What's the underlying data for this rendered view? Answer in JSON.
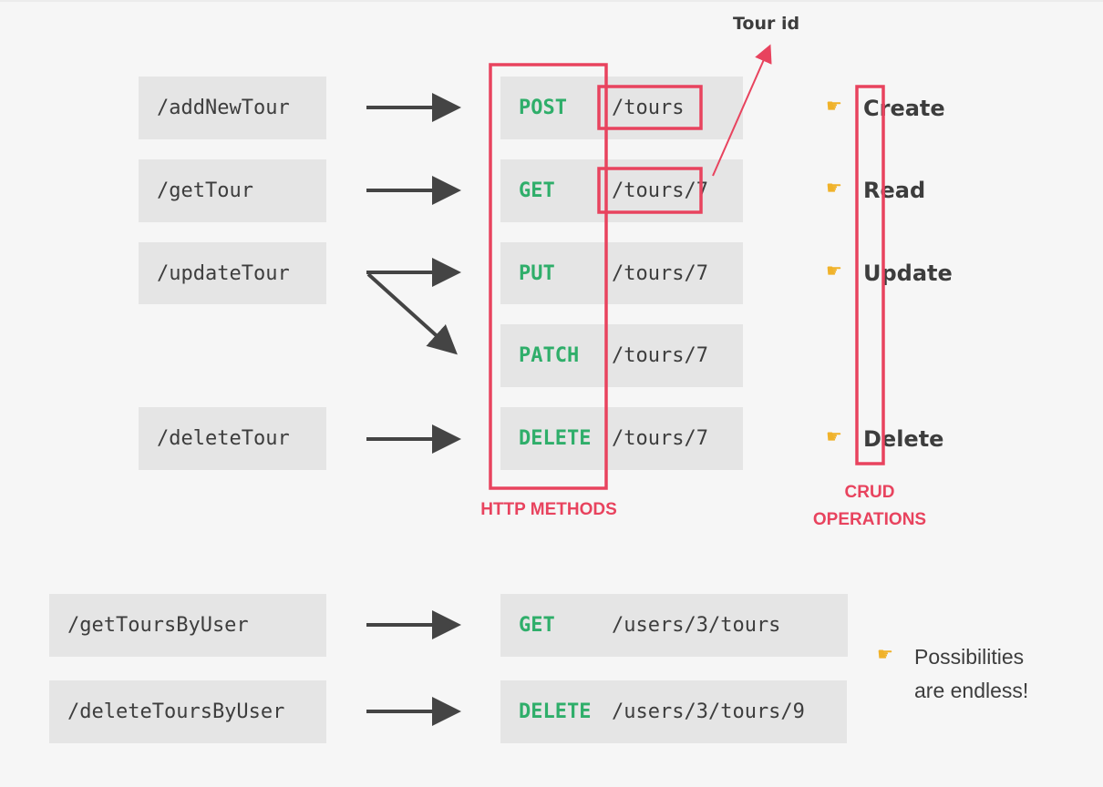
{
  "rows": [
    {
      "endpoint": "/addNewTour",
      "method": "POST",
      "path": "/tours",
      "crud": "Create"
    },
    {
      "endpoint": "/getTour",
      "method": "GET",
      "path": "/tours/7",
      "crud": "Read"
    },
    {
      "endpoint": "/updateTour",
      "method": "PUT",
      "path": "/tours/7",
      "crud": "Update"
    },
    {
      "endpoint": "",
      "method": "PATCH",
      "path": "/tours/7",
      "crud": ""
    },
    {
      "endpoint": "/deleteTour",
      "method": "DELETE",
      "path": "/tours/7",
      "crud": "Delete"
    }
  ],
  "extra_rows": [
    {
      "endpoint": "/getToursByUser",
      "method": "GET",
      "path": "/users/3/tours"
    },
    {
      "endpoint": "/deleteToursByUser",
      "method": "DELETE",
      "path": "/users/3/tours/9"
    }
  ],
  "labels": {
    "http_methods": "HTTP METHODS",
    "crud_line1": "CRUD",
    "crud_line2": "OPERATIONS",
    "tour_id": "Tour id",
    "note_line1": "Possibilities",
    "note_line2": "are endless!"
  },
  "icons": {
    "pointer": "pointing-hand-icon",
    "hand_glyph": "☛"
  },
  "colors": {
    "method_green": "#2fae6a",
    "highlight_red": "#e8435e",
    "box_gray": "#e5e5e5",
    "arrow_dark": "#444444",
    "background": "#f6f6f6"
  }
}
